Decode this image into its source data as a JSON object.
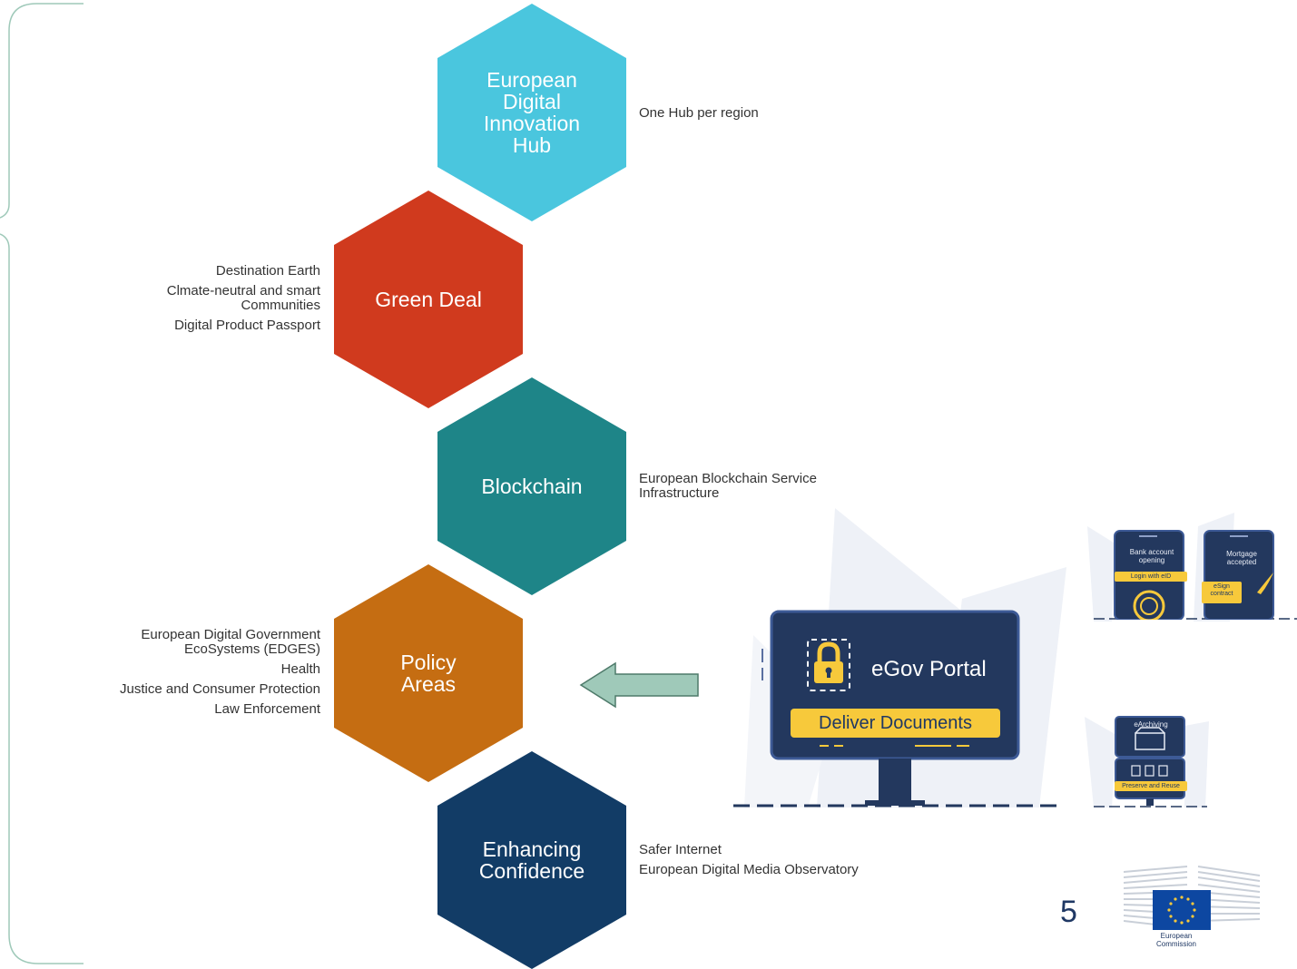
{
  "hexagons": [
    {
      "label": "European\nDigital\nInnovation\nHub",
      "color": "#4ac6de"
    },
    {
      "label": "Green Deal",
      "color": "#d03a1e"
    },
    {
      "label": "Blockchain",
      "color": "#1e8588"
    },
    {
      "label": "Policy\nAreas",
      "color": "#c56d12"
    },
    {
      "label": "Enhancing\nConfidence",
      "color": "#123c66"
    }
  ],
  "notes": {
    "edih": [
      "One Hub per region"
    ],
    "green_deal": [
      "Destination Earth",
      "Clmate-neutral and smart\nCommunities",
      "Digital Product Passport"
    ],
    "blockchain": [
      "European Blockchain Service\nInfrastructure"
    ],
    "policy": [
      "European Digital Government\nEcoSystems (EDGES)",
      "Health",
      "Justice and Consumer Protection",
      "Law Enforcement"
    ],
    "confidence": [
      "Safer Internet",
      "European Digital Media Observatory"
    ]
  },
  "illustration": {
    "portal_title": "eGov Portal",
    "portal_button": "Deliver Documents",
    "phone1_text": "Bank account\nopening",
    "phone1_tag": "Login with eID",
    "phone2_text": "Mortgage\naccepted",
    "phone2_tag": "eSign\ncontract",
    "archive_text": "eArchiving",
    "archive_tag": "Preserve and Reuse"
  },
  "slide_number": "5",
  "logo": {
    "org_name": "European\nCommission"
  },
  "colors": {
    "arrow_fill": "#9fc9b9",
    "arrow_stroke": "#4e7a6a",
    "bracket": "#9fc9b9",
    "navy": "#23385e",
    "yellow": "#f7c93b"
  }
}
